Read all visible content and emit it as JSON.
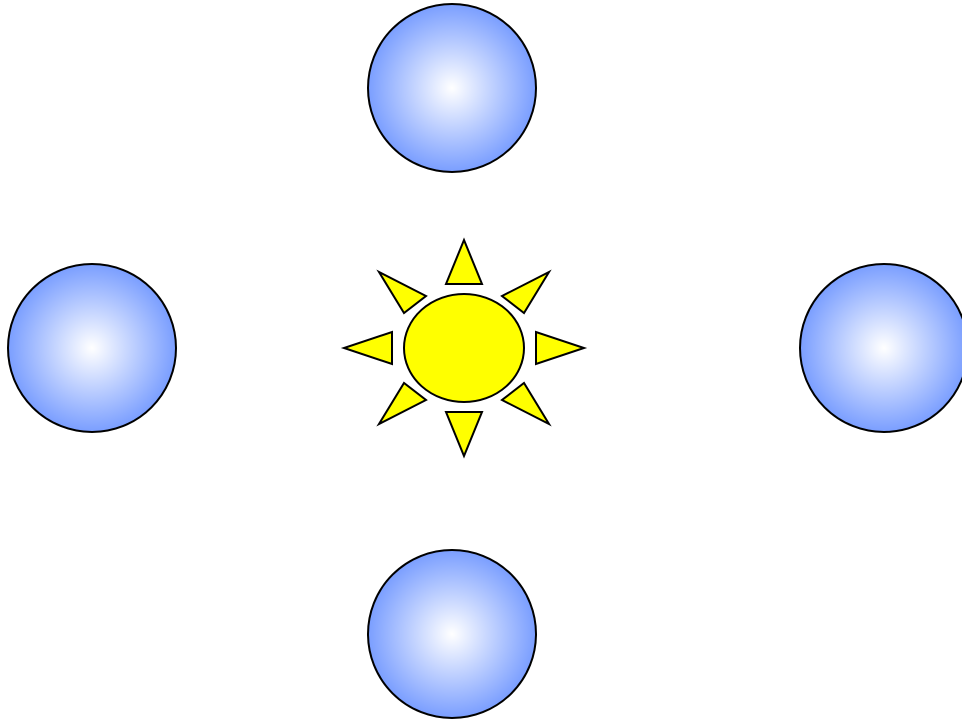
{
  "colors": {
    "background": "#ffffff",
    "sun_fill": "#ffff00",
    "outline": "#000000",
    "orb_center": "#ffffff",
    "orb_edge": "#7a9eff"
  },
  "sun": {
    "icon": "sun-icon",
    "ray_count": 8
  },
  "orbs": [
    {
      "name": "orb-top",
      "icon": "sphere-icon"
    },
    {
      "name": "orb-left",
      "icon": "sphere-icon"
    },
    {
      "name": "orb-right",
      "icon": "sphere-icon"
    },
    {
      "name": "orb-bottom",
      "icon": "sphere-icon"
    }
  ]
}
